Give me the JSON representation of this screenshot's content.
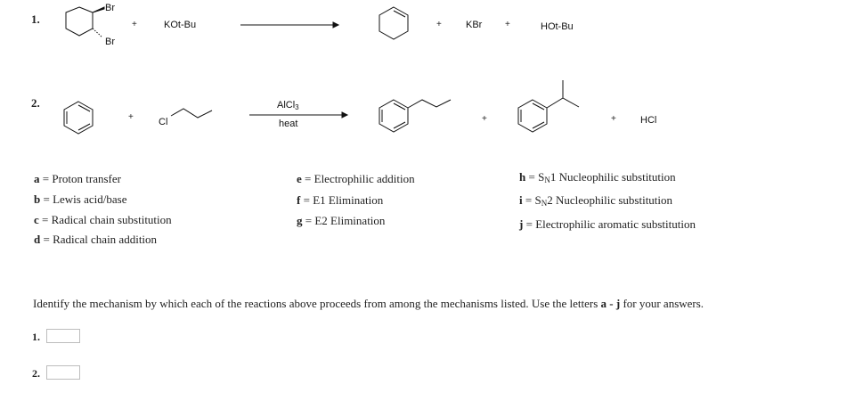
{
  "reactions": [
    {
      "number": "1.",
      "reactant_substituent_top": "Br",
      "reactant_substituent_bottom": "Br",
      "reagent": "KOt-Bu",
      "product_byproduct_1": "KBr",
      "product_byproduct_2": "HOt-Bu",
      "plus": "+"
    },
    {
      "number": "2.",
      "reagent_atom": "Cl",
      "catalyst_main": "AlCl",
      "catalyst_sub": "3",
      "condition": "heat",
      "byproduct": "HCl",
      "plus": "+"
    }
  ],
  "mechanisms": {
    "a": {
      "letter": "a",
      "sep": " = ",
      "text": "Proton transfer"
    },
    "b": {
      "letter": "b",
      "sep": " = ",
      "text": "Lewis acid/base"
    },
    "c": {
      "letter": "c",
      "sep": " = ",
      "text": "Radical chain substitution"
    },
    "d": {
      "letter": "d",
      "sep": " = ",
      "text": "Radical chain addition"
    },
    "e": {
      "letter": "e",
      "sep": " = ",
      "text": "Electrophilic addition"
    },
    "f": {
      "letter": "f",
      "sep": " = ",
      "text": "E1 Elimination"
    },
    "g": {
      "letter": "g",
      "sep": " = ",
      "text": "E2 Elimination"
    },
    "h": {
      "letter": "h",
      "sep": " = ",
      "pre": "S",
      "sub": "N",
      "post": "1 Nucleophilic substitution"
    },
    "i": {
      "letter": "i",
      "sep": " = ",
      "pre": "S",
      "sub": "N",
      "post": "2 Nucleophilic substitution"
    },
    "j": {
      "letter": "j",
      "sep": " = ",
      "text": "Electrophilic aromatic substitution"
    }
  },
  "question": {
    "text_before": "Identify the mechanism by which each of the reactions above proceeds from among the mechanisms listed. Use the letters ",
    "range": "a - j",
    "text_after": " for your answers."
  },
  "answers": [
    {
      "label": "1.",
      "value": ""
    },
    {
      "label": "2.",
      "value": ""
    }
  ]
}
